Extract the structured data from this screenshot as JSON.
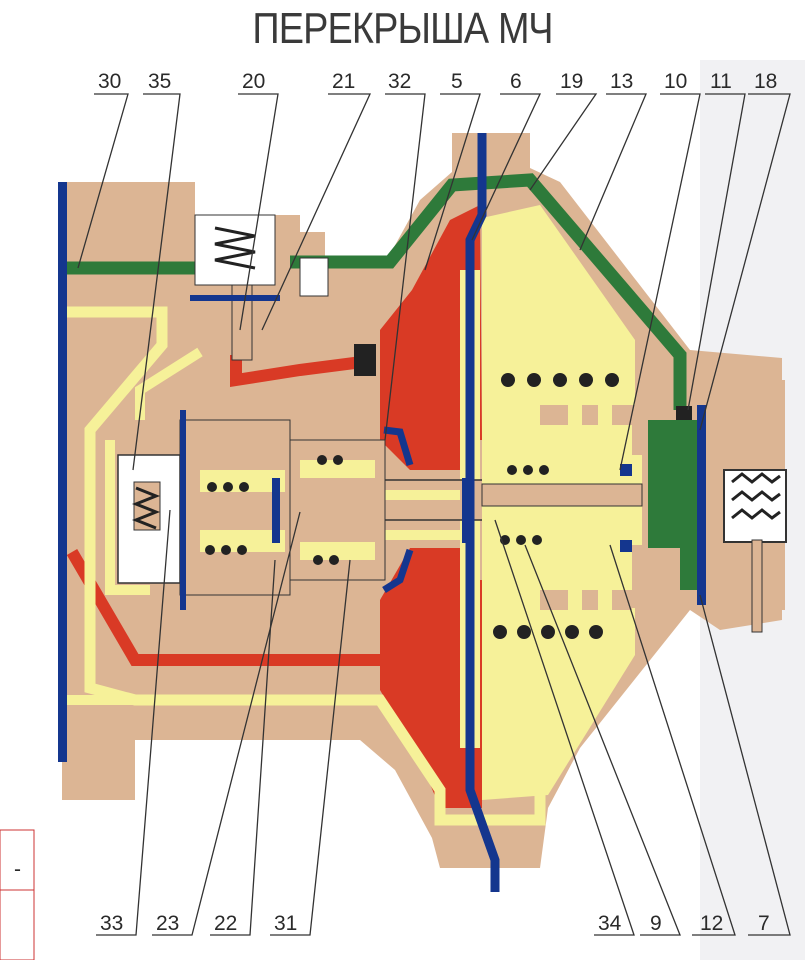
{
  "title": "ПЕРЕКРЫША МЧ",
  "top_labels": [
    "30",
    "35",
    "20",
    "21",
    "32",
    "5",
    "6",
    "19",
    "13",
    "10",
    "11",
    "18"
  ],
  "bottom_labels": [
    "33",
    "23",
    "22",
    "31",
    "34",
    "9",
    "12",
    "7"
  ],
  "side_box_text": "-",
  "colors": {
    "housing": "#dcb594",
    "yellow": "#f6f199",
    "red": "#d93a25",
    "green": "#2e7a3a",
    "blue": "#14368e",
    "white": "#ffffff",
    "line": "#333333"
  }
}
